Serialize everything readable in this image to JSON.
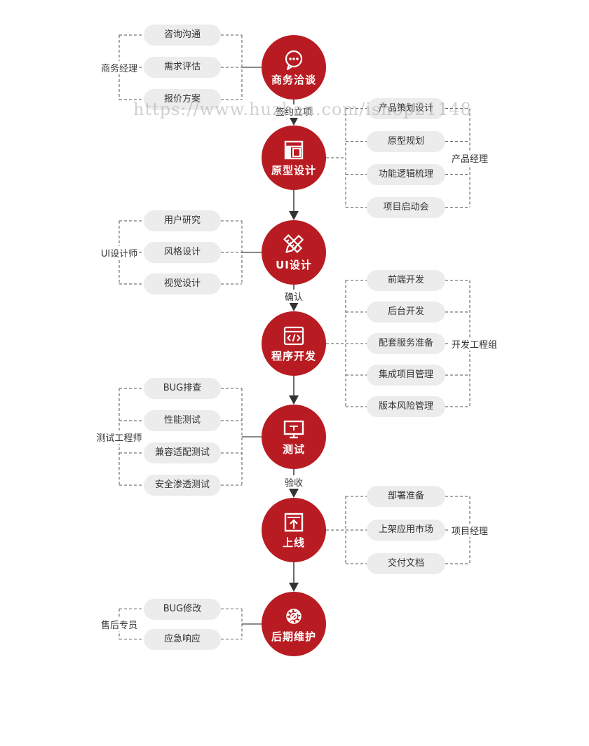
{
  "watermark": "https://www.huzhan.com/ishop21148",
  "stages": [
    {
      "title": "商务洽谈",
      "icon": "chat-bubble-icon",
      "role": "商务经理",
      "tasks": [
        "咨询沟通",
        "需求评估",
        "报价方案"
      ]
    },
    {
      "title": "原型设计",
      "icon": "layout-icon",
      "role": "产品经理",
      "tasks": [
        "产品策划设计",
        "原型规划",
        "功能逻辑梳理",
        "项目启动会"
      ]
    },
    {
      "title": "UI设计",
      "icon": "pencil-ruler-icon",
      "role": "UI设计师",
      "tasks": [
        "用户研究",
        "风格设计",
        "视觉设计"
      ]
    },
    {
      "title": "程序开发",
      "icon": "code-window-icon",
      "role": "开发工程组",
      "tasks": [
        "前端开发",
        "后台开发",
        "配套服务准备",
        "集成项目管理",
        "版本风险管理"
      ]
    },
    {
      "title": "测试",
      "icon": "monitor-icon",
      "role": "测试工程师",
      "tasks": [
        "BUG排查",
        "性能测试",
        "兼容适配测试",
        "安全渗透测试"
      ]
    },
    {
      "title": "上线",
      "icon": "upload-icon",
      "role": "项目经理",
      "tasks": [
        "部署准备",
        "上架应用市场",
        "交付文档"
      ]
    },
    {
      "title": "后期维护",
      "icon": "gear-wrench-icon",
      "role": "售后专员",
      "tasks": [
        "BUG修改",
        "应急响应"
      ]
    }
  ],
  "connectors": [
    "签约立项",
    "",
    "确认",
    "",
    "验收",
    ""
  ],
  "colors": {
    "accent": "#b81c22",
    "pill": "#ececec",
    "line": "#444444",
    "dash": "#555555"
  }
}
